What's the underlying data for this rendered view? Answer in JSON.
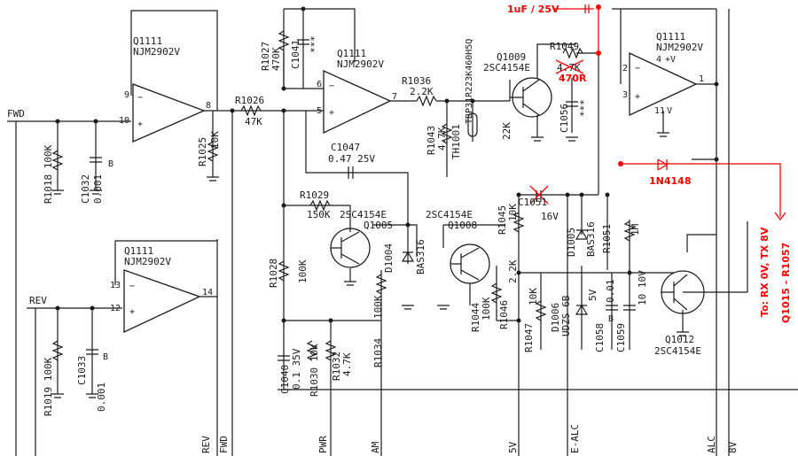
{
  "net_labels": {
    "fwd_in": "FWD",
    "rev_in": "REV",
    "rev_bus": "REV",
    "fwd_bus": "FWD",
    "pwr": "PWR",
    "am": "AM",
    "v5": "5V",
    "e_alc": "E-ALC",
    "alc": "ALC",
    "v8": "8V"
  },
  "opamps": {
    "u1": {
      "name": "Q1111",
      "part": "NJM2902V",
      "pin_a": "9",
      "pin_b": "10",
      "pin_out": "8"
    },
    "u2": {
      "name": "Q1111",
      "part": "NJM2902V",
      "pin_a": "13",
      "pin_b": "12",
      "pin_out": "14"
    },
    "u3": {
      "name": "Q1111",
      "part": "NJM2902V",
      "pin_a": "6",
      "pin_b": "5",
      "pin_out": "7"
    },
    "u4": {
      "name": "Q1111",
      "part": "NJM2902V",
      "pin_a": "2",
      "pin_b": "3",
      "pin_out": "1",
      "vcc": "4",
      "vcc_label": "+V",
      "gnd_pin": "11",
      "gnd_label": "V"
    }
  },
  "resistors": {
    "r1018": {
      "ref": "R1018",
      "value": "100K"
    },
    "r1019": {
      "ref": "R1019",
      "value": "100K"
    },
    "r1025": {
      "ref": "R1025",
      "value": "10K"
    },
    "r1026": {
      "ref": "R1026",
      "value": "47K"
    },
    "r1027": {
      "ref": "R1027",
      "value": "470K"
    },
    "r1028": {
      "ref": "R1028",
      "value": "100K"
    },
    "r1029": {
      "ref": "R1029",
      "value": "150K"
    },
    "r1030": {
      "ref": "R1030",
      "value": "10K"
    },
    "r1032": {
      "ref": "R1032",
      "value": "4.7K"
    },
    "r1034": {
      "ref": "R1034",
      "value": "100K"
    },
    "r1036": {
      "ref": "R1036",
      "value": "2.2K"
    },
    "r1043": {
      "ref": "R1043",
      "value": "4.7K"
    },
    "r1044": {
      "ref": "R1044",
      "value": "100K"
    },
    "r1045": {
      "ref": "R1045",
      "value": "10K"
    },
    "r1046": {
      "ref": "R1046",
      "value": "2.2K"
    },
    "r1047": {
      "ref": "R1047",
      "value": "10K"
    },
    "r1049": {
      "ref": "R1049",
      "value_old": "4.7K",
      "value_new": "470R"
    },
    "r1051": {
      "ref": "R1051",
      "value": "1M"
    },
    "th1001": {
      "ref": "TH1001",
      "value": "TBP31R223K460H5Q",
      "extra": "22K"
    }
  },
  "capacitors": {
    "c1032": {
      "ref": "C1032",
      "value": "0.001",
      "type": "B"
    },
    "c1033": {
      "ref": "C1033",
      "value": "0.001",
      "type": "B"
    },
    "c1040": {
      "ref": "C1040",
      "value": "0.1",
      "volt": "35V"
    },
    "c1041": {
      "ref": "C1041",
      "value": "***"
    },
    "c1047": {
      "ref": "C1047",
      "value": "0.47",
      "volt": "25V"
    },
    "c1051": {
      "ref": "C1051",
      "volt": "16V"
    },
    "c1056": {
      "ref": "C1056",
      "value": "***"
    },
    "c1058": {
      "ref": "C1058",
      "value": "0.01",
      "type": "B"
    },
    "c1059": {
      "ref": "C1059",
      "value": "10",
      "volt": "10V"
    }
  },
  "transistors": {
    "q1005": {
      "ref": "Q1005",
      "part": "2SC4154E"
    },
    "q1008": {
      "ref": "Q1008",
      "part": "2SC4154E"
    },
    "q1009": {
      "ref": "Q1009",
      "part": "2SC4154E"
    },
    "q1012": {
      "ref": "Q1012",
      "part": "2SC4154E"
    }
  },
  "diodes": {
    "d1004": {
      "ref": "D1004",
      "part": "BAS316"
    },
    "d1005": {
      "ref": "D1005",
      "part": "BAS316"
    },
    "d1006": {
      "ref": "D1006",
      "part": "UDZS 6B",
      "volt": "5V"
    }
  },
  "annotations": {
    "added_cap": "1uF / 25V",
    "added_diode": "1N4148",
    "r1049_new": "470R",
    "to_note": "To: RX 0V, TX 8V",
    "to_range": "Q1015 - R1057"
  },
  "colors": {
    "ink": "#1a1a1a",
    "mod": "#ff0000"
  }
}
